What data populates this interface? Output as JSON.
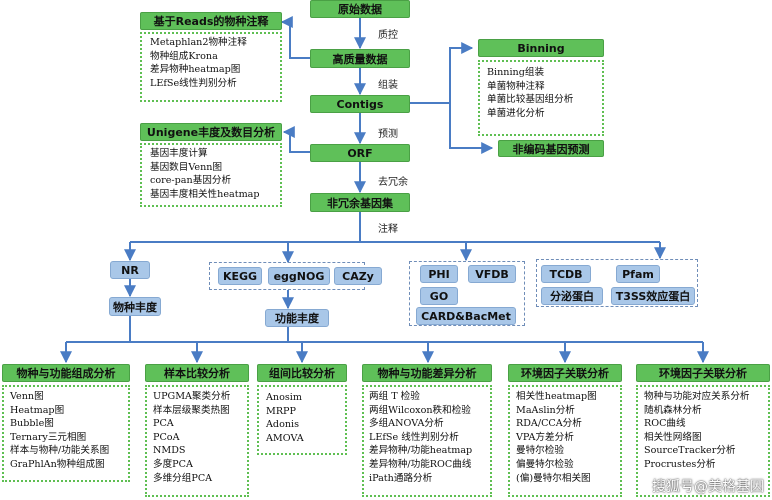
{
  "nodes": {
    "raw": "原始数据",
    "hq": "高质量数据",
    "contigs": "Contigs",
    "orf": "ORF",
    "nr_gene": "非冗余基因集",
    "reads_ann": "基于Reads的物种注释",
    "unigene": "Unigene丰度及数目分析",
    "binning": "Binning",
    "noncoding": "非编码基因预测",
    "nr": "NR",
    "species_abund": "物种丰度",
    "kegg": "KEGG",
    "eggnog": "eggNOG",
    "cazy": "CAZy",
    "func_abund": "功能丰度",
    "phi": "PHI",
    "vfdb": "VFDB",
    "go": "GO",
    "card": "CARD&BacMet",
    "tcdb": "TCDB",
    "pfam": "Pfam",
    "secreted": "分泌蛋白",
    "t3ss": "T3SS效应蛋白",
    "b1": "物种与功能组成分析",
    "b2": "样本比较分析",
    "b3": "组间比较分析",
    "b4": "物种与功能差异分析",
    "b5": "环境因子关联分析",
    "b6": "环境因子关联分析"
  },
  "edge_labels": {
    "qc": "质控",
    "assembly": "组装",
    "predict": "预测",
    "dedup": "去冗余",
    "annotate": "注释"
  },
  "lists": {
    "reads_ann": [
      "Metaphlan2物种注释",
      "物种组成Krona",
      "差异物种heatmap图",
      "LEfSe线性判别分析"
    ],
    "unigene": [
      "基因丰度计算",
      "基因数目Venn图",
      "core-pan基因分析",
      "基因丰度相关性heatmap"
    ],
    "binning": [
      "Binning组装",
      "单菌物种注释",
      "单菌比较基因组分析",
      "单菌进化分析"
    ],
    "b1": [
      "Venn图",
      "Heatmap图",
      "Bubble图",
      "Ternary三元相图",
      "样本与物种/功能关系图",
      "GraPhlAn物种组成图"
    ],
    "b2": [
      "UPGMA聚类分析",
      "样本层级聚类热图",
      "PCA",
      "PCoA",
      "NMDS",
      "多度PCA",
      "多维分组PCA"
    ],
    "b3": [
      "Anosim",
      "MRPP",
      "Adonis",
      "AMOVA"
    ],
    "b4": [
      "两组 T 检验",
      "两组Wilcoxon秩和检验",
      "多组ANOVA分析",
      "LEfSe 线性判别分析",
      "差异物种/功能heatmap",
      "差异物种/功能ROC曲线",
      "iPath通路分析"
    ],
    "b5": [
      "相关性heatmap图",
      "MaAslin分析",
      "RDA/CCA分析",
      "VPA方差分析",
      "曼特尔检验",
      "偏曼特尔检验",
      "(偏)曼特尔相关图"
    ],
    "b6": [
      "物种与功能对应关系分析",
      "随机森林分析",
      "ROC曲线",
      "相关性网络图",
      "SourceTracker分析",
      "Procrustes分析"
    ]
  },
  "watermark": "搜狐号@美格基因",
  "colors": {
    "green": "#5fc059",
    "blue_box": "#a9c7e8",
    "arrow": "#4a7cc4"
  }
}
